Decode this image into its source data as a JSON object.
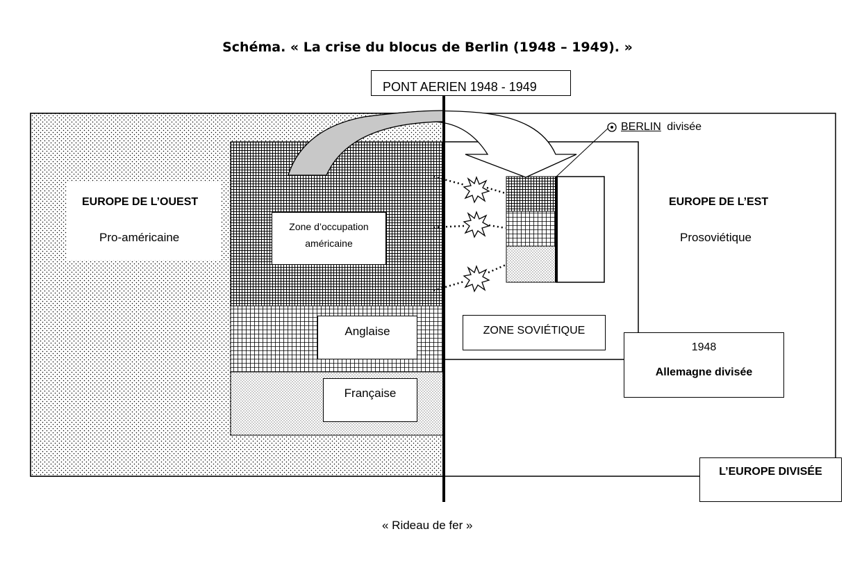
{
  "title": "Schéma. « La crise du blocus de Berlin (1948 – 1949). »",
  "airlift_label": "PONT AERIEN 1948 - 1949",
  "berlin": {
    "name": "BERLIN",
    "suffix": "divisée",
    "marker_icon": "circled-dot-icon"
  },
  "west": {
    "title": "EUROPE DE L’OUEST",
    "subtitle": "Pro-américaine"
  },
  "east": {
    "title": "EUROPE DE L’EST",
    "subtitle": "Prosoviétique"
  },
  "zones": {
    "american_line1": "Zone d’occupation",
    "american_line2": "américaine",
    "british": "Anglaise",
    "french": "Française",
    "soviet": "ZONE SOVIÉTIQUE"
  },
  "germany_box": {
    "year": "1948",
    "label": "Allemagne divisée"
  },
  "europe_divided": "L’EUROPE DIVISÉE",
  "iron_curtain": "« Rideau de fer »",
  "colors": {
    "stroke": "#000000",
    "arrow_fill": "#c8c8c8",
    "background": "#ffffff"
  }
}
